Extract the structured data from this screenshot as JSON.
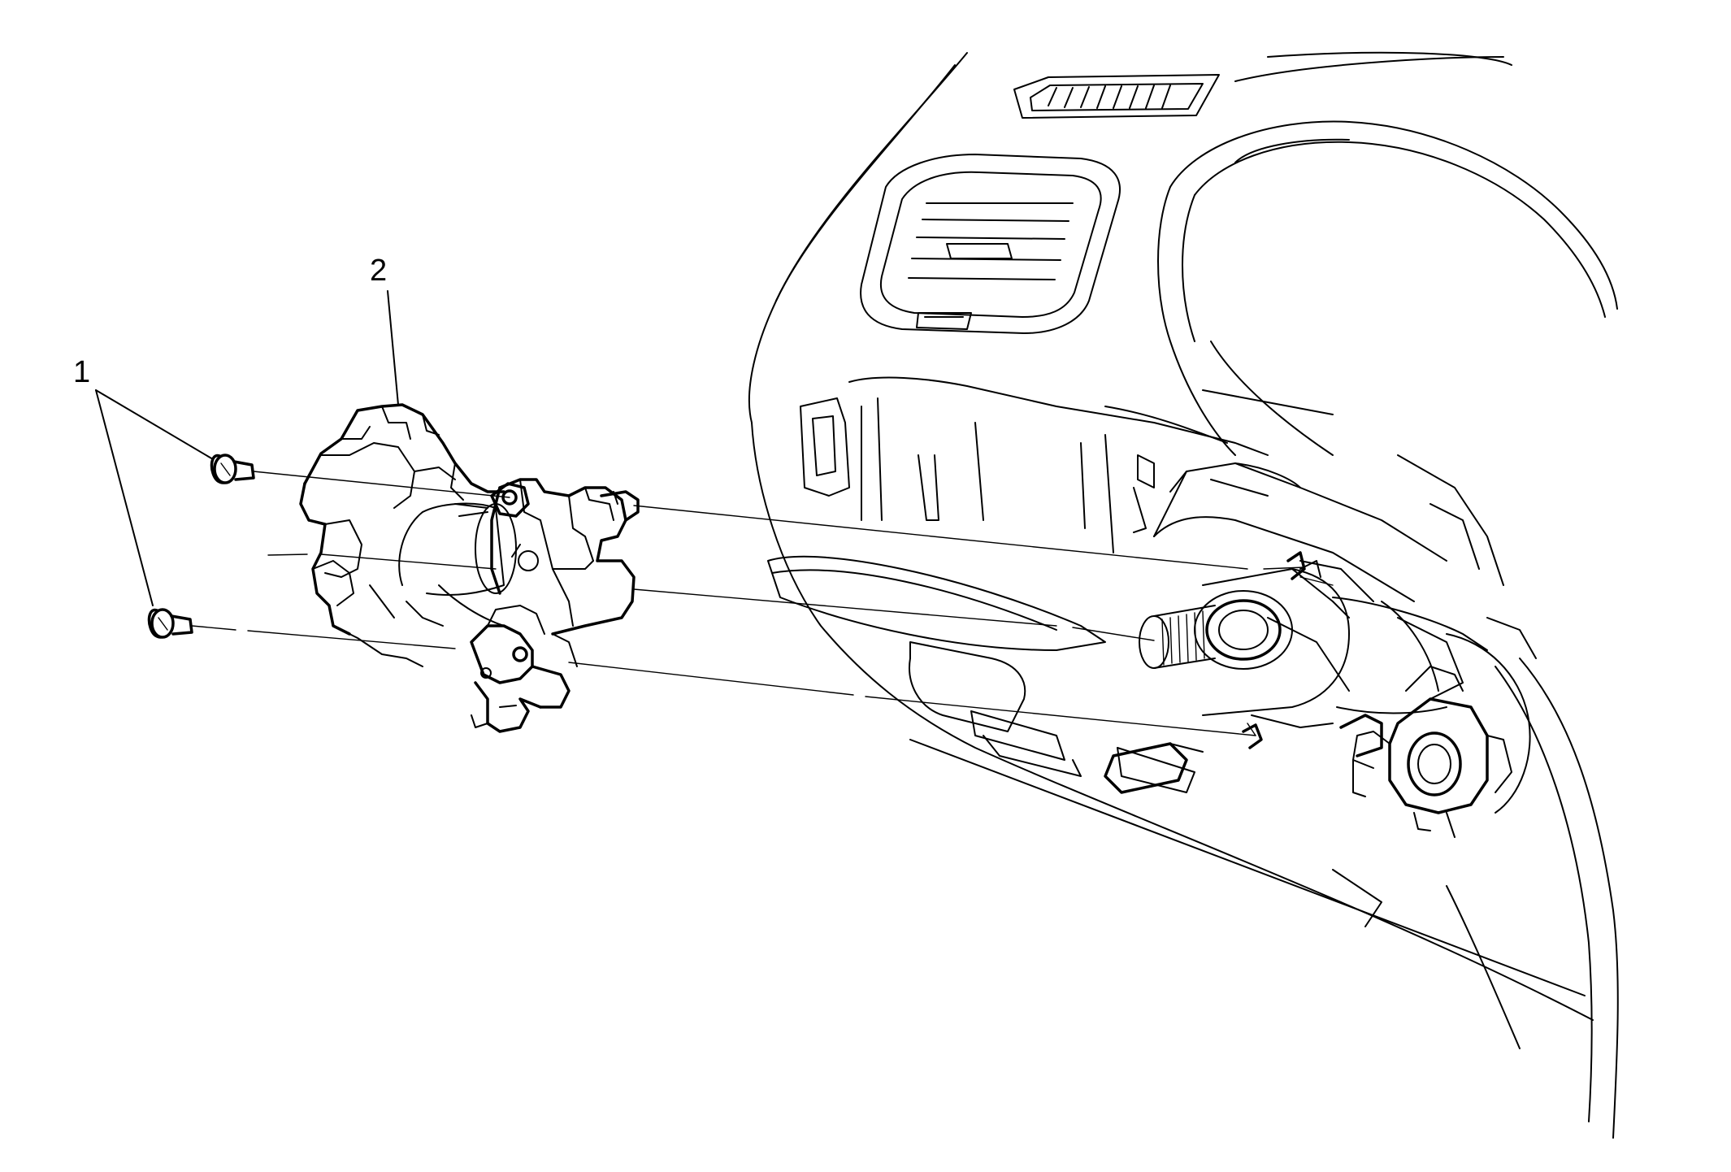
{
  "figure": {
    "callouts": [
      {
        "id": "1",
        "label": "1",
        "target": "bolts"
      },
      {
        "id": "2",
        "label": "2",
        "target": "steering-column-module"
      }
    ]
  },
  "colors": {
    "background": "#ffffff",
    "line": "#000000"
  }
}
